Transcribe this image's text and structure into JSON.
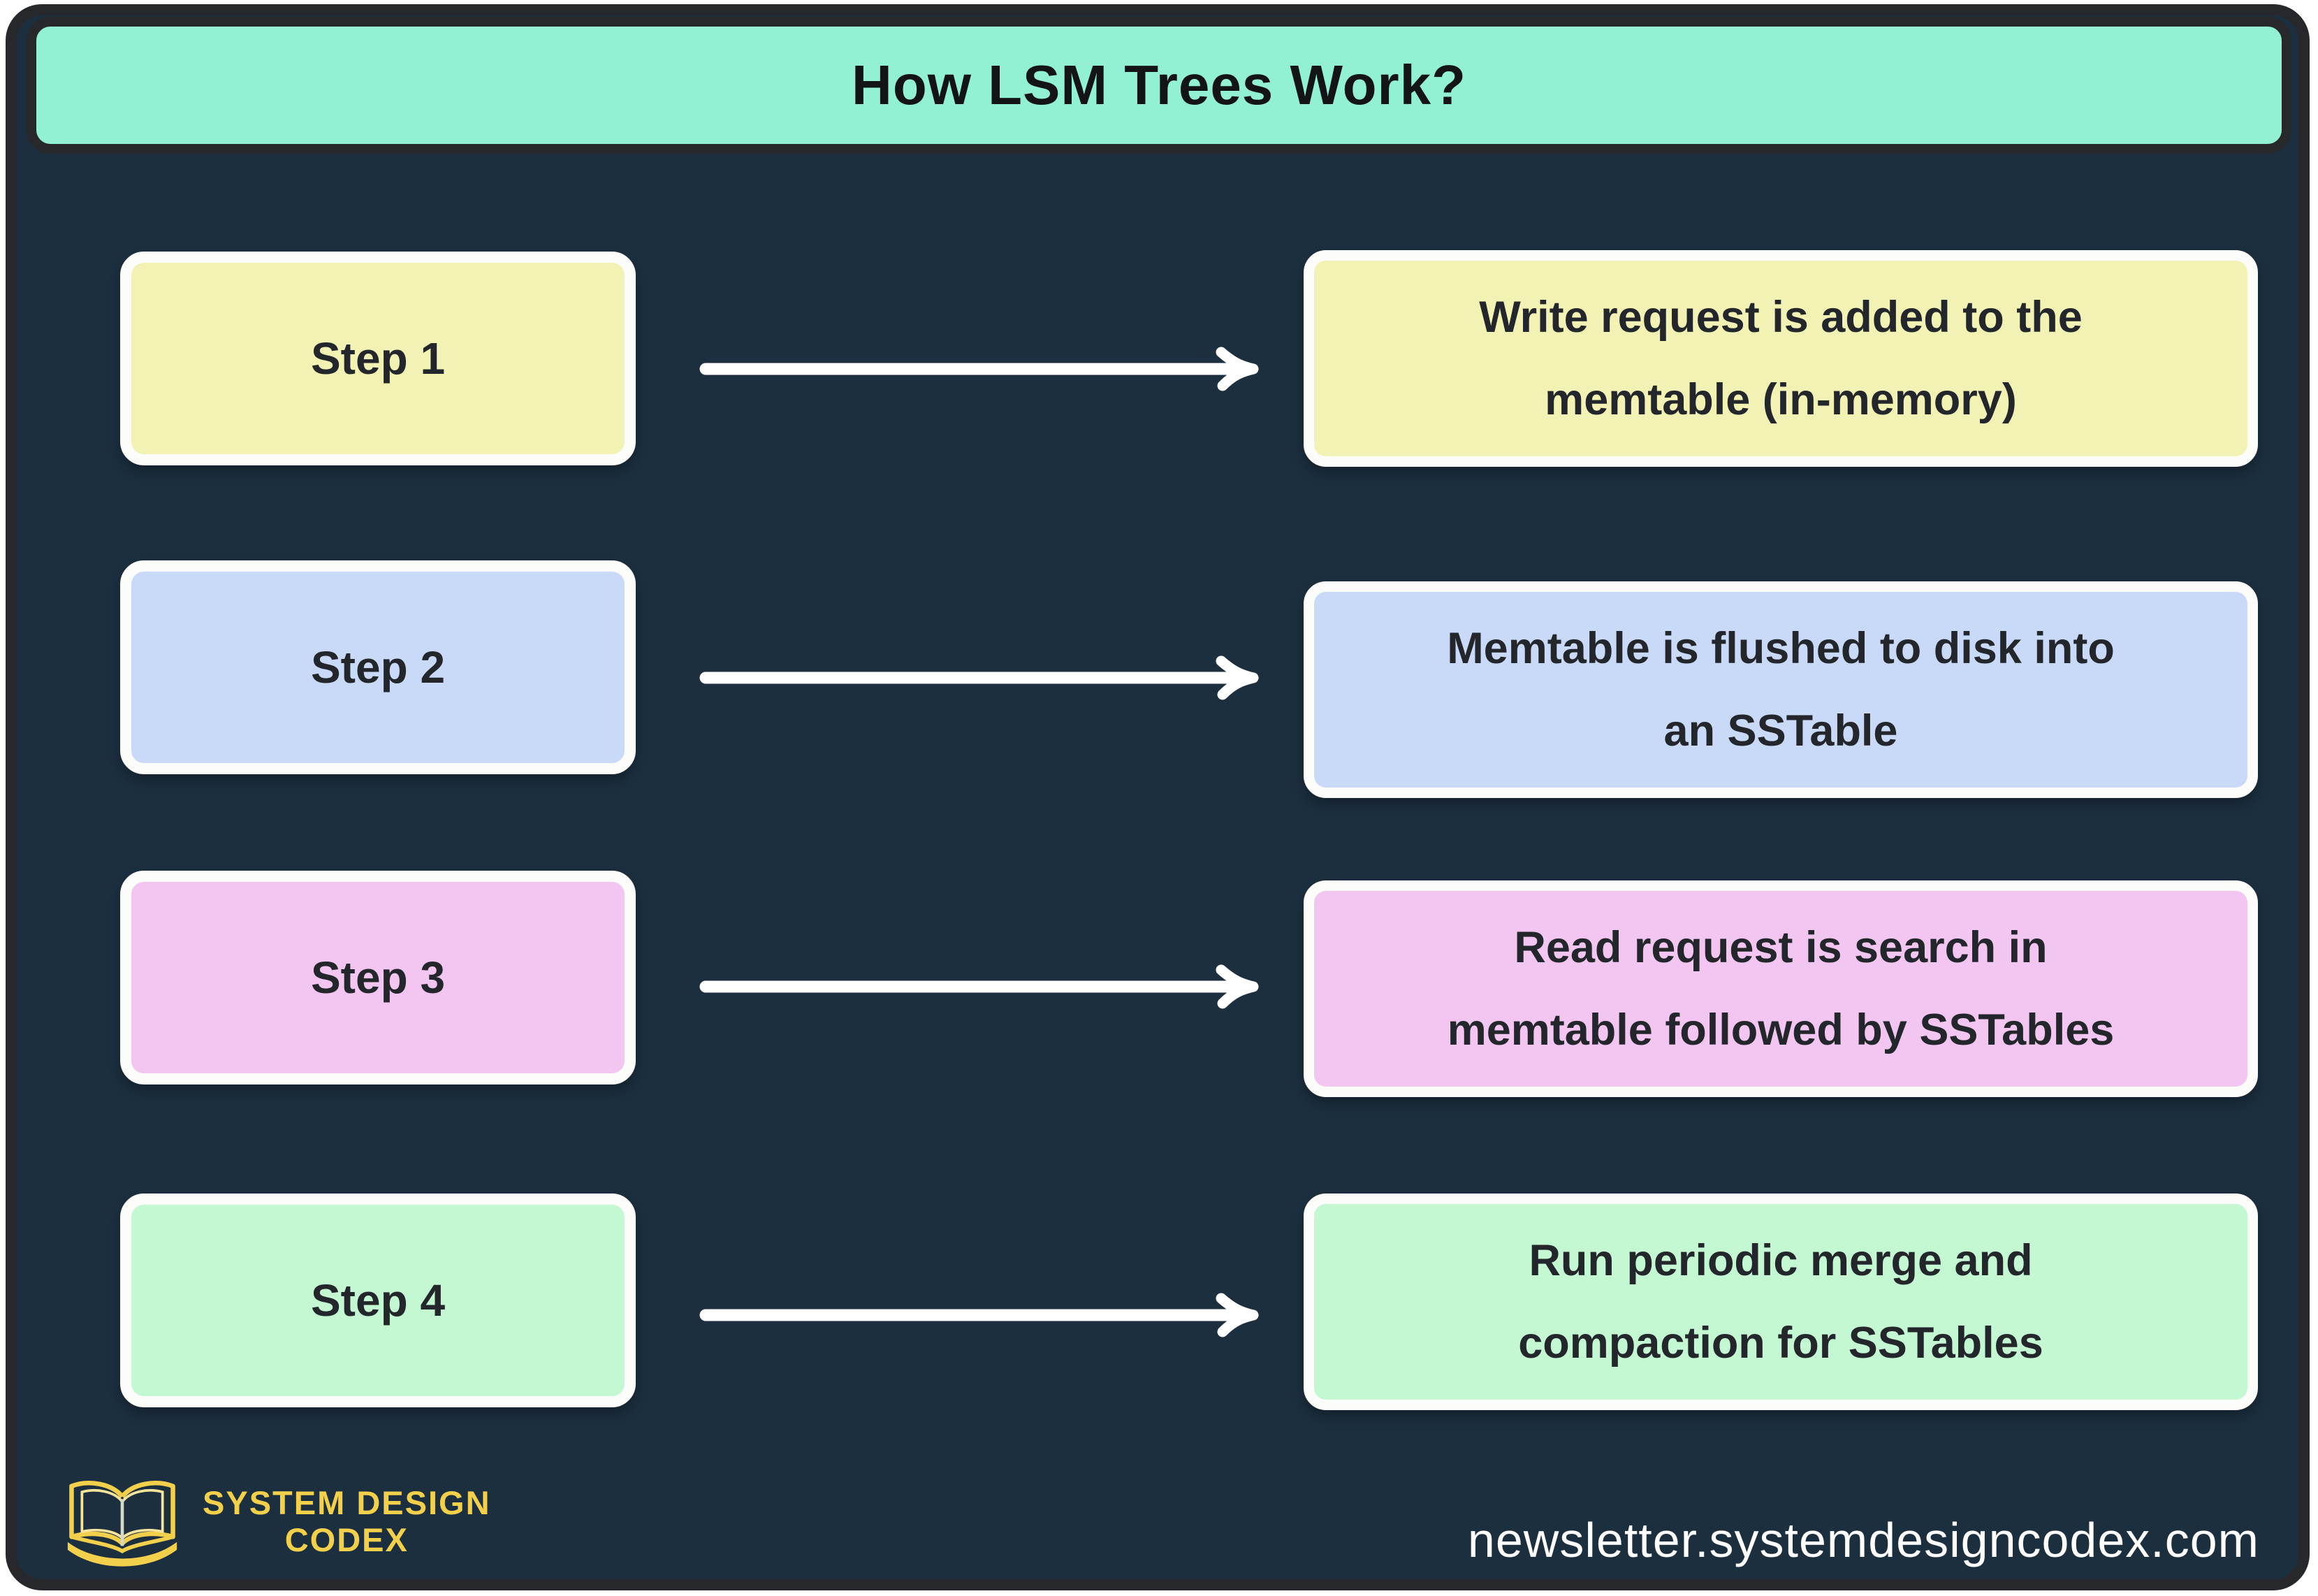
{
  "title": "How LSM Trees Work?",
  "steps": [
    {
      "label": "Step 1",
      "color": "#f2f2b4",
      "description": "Write request is added to the memtable (in-memory)",
      "line1": "Write request is added to the",
      "line2": "memtable (in-memory)"
    },
    {
      "label": "Step 2",
      "color": "#c9daf8",
      "description": "Memtable is flushed to disk into an SSTable",
      "line1": "Memtable is flushed to disk into",
      "line2": "an SSTable"
    },
    {
      "label": "Step 3",
      "color": "#f3c5f1",
      "description": "Read request is search in memtable followed by SSTables",
      "line1": "Read request is search in",
      "line2": "memtable followed by SSTables"
    },
    {
      "label": "Step 4",
      "color": "#c4f8d2",
      "description": "Run periodic merge and compaction for SSTables",
      "line1": "Run periodic merge and",
      "line2": "compaction for SSTables"
    }
  ],
  "footer": {
    "brand_line1": "SYSTEM DESIGN",
    "brand_line2": "CODEX",
    "url": "newsletter.systemdesigncodex.com",
    "book_icon": "open-book-icon"
  },
  "colors": {
    "background": "#1c2f3f",
    "frame_border": "#26282b",
    "banner_bg": "#92f0d4",
    "box_border": "#fcfdfb",
    "text_dark": "#23262b",
    "arrow": "#ffffff",
    "brand_gold": "#f2d04b",
    "url_text": "#ffffff"
  }
}
